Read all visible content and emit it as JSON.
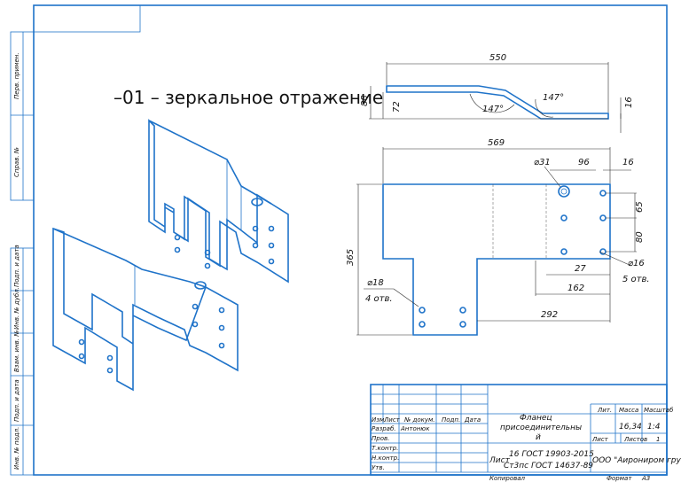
{
  "note": "–01 – зеркальное отражение",
  "side_labels": [
    "Перв. примен.",
    "Справ. №",
    "Подп. и дата",
    "Инв. № дубл.",
    "Взам. инв. №",
    "Подп. и дата",
    "Инв. № подл."
  ],
  "dimensions": {
    "side_view": {
      "length": "550",
      "height_outer": "88",
      "height_inner": "72",
      "thickness": "16",
      "angle_1": "147°",
      "angle_2": "147°"
    },
    "plan_view": {
      "width": "569",
      "height": "365",
      "hole_large": "⌀31",
      "d96": "96",
      "d16": "16",
      "d65": "65",
      "d80": "80",
      "d27": "27",
      "hole_16": "⌀16",
      "holes_16_count": "5 отв.",
      "d162": "162",
      "hole_18": "⌀18",
      "holes_18_count": "4 отв.",
      "d292": "292"
    }
  },
  "title_block": {
    "headers": {
      "izm": "Изм.",
      "list": "Лист",
      "doc": "№ докум.",
      "sign": "Подп.",
      "date": "Дата"
    },
    "roles": {
      "developer": "Разраб.",
      "checker": "Пров.",
      "tcontrol": "Т.контр.",
      "ncontrol": "Н.контр.",
      "approved": "Утв."
    },
    "developer_name": "Антонюк",
    "part_name_line1": "Фланец",
    "part_name_line2": "присоединительны",
    "part_name_line3": "й",
    "material_prefix": "Лист",
    "material_line1": "16 ГОСТ 19903-2015",
    "material_line2": "Ст3пс ГОСТ 14637-89",
    "lit": "Лит.",
    "mass_label": "Масса",
    "scale_label": "Масштаб",
    "mass": "16,34",
    "scale": "1:4",
    "sheet_label": "Лист",
    "sheets_label": "Листов",
    "sheets": "1",
    "company": "ООО \"Аирониром групп\"",
    "copied": "Копировал",
    "format_label": "Формат",
    "format": "А3"
  }
}
